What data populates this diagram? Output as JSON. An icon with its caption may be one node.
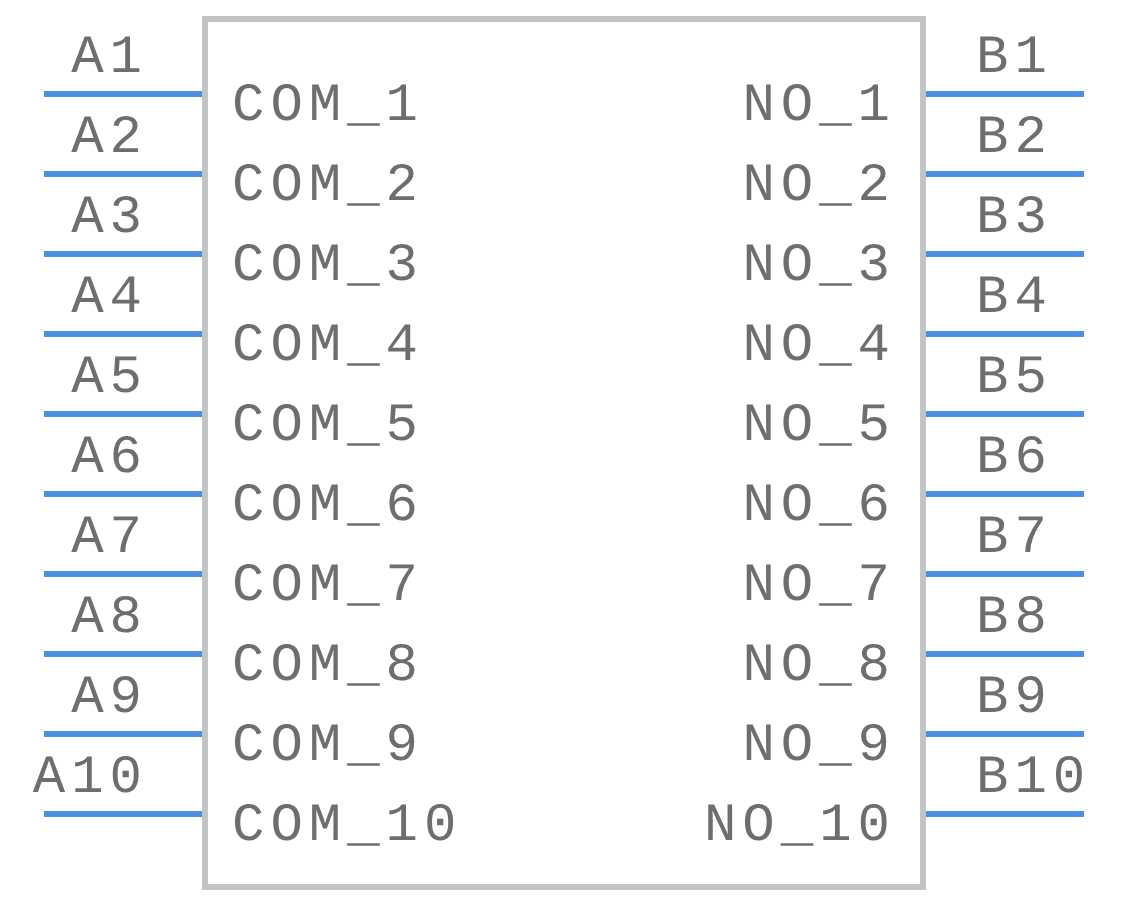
{
  "diagram": {
    "labels": [
      "A1",
      "COM_1",
      "NO_1",
      "B1",
      "A2",
      "COM_2",
      "NO_2",
      "B2",
      "A3",
      "COM_3",
      "NO_3",
      "B3",
      "A4",
      "COM_4",
      "NO_4",
      "B4",
      "A5",
      "COM_5",
      "NO_5",
      "B5",
      "A6",
      "COM_6",
      "NO_6",
      "B6",
      "A7",
      "COM_7",
      "NO_7",
      "B7",
      "A8",
      "COM_8",
      "NO_8",
      "B8",
      "A9",
      "COM_9",
      "NO_9",
      "B9",
      "A10",
      "COM_10",
      "NO_10",
      "B10"
    ]
  }
}
